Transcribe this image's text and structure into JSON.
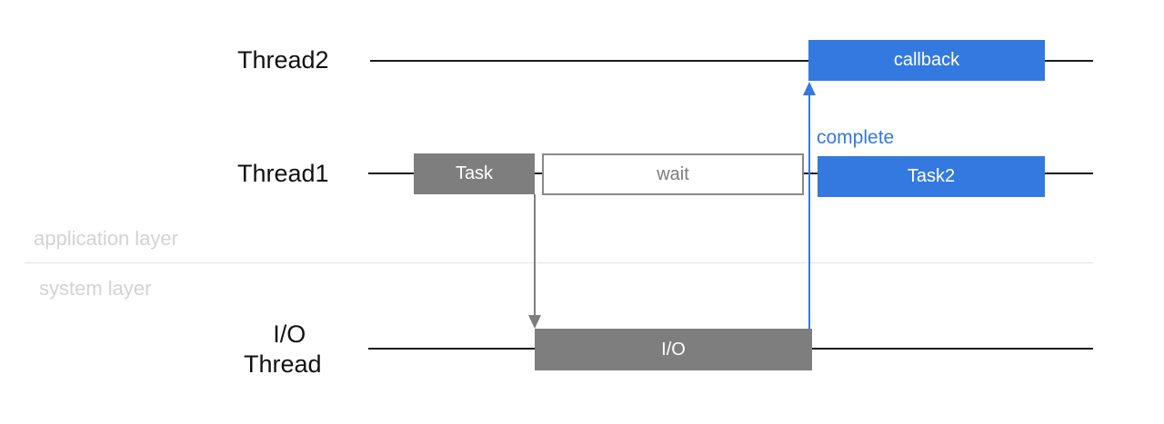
{
  "threads": {
    "thread2": "Thread2",
    "thread1": "Thread1",
    "io_line1": "I/O",
    "io_line2": "Thread"
  },
  "layers": {
    "application": "application layer",
    "system": "system layer"
  },
  "blocks": {
    "task": "Task",
    "wait": "wait",
    "task2": "Task2",
    "callback": "callback",
    "io": "I/O"
  },
  "annotations": {
    "complete": "complete"
  },
  "colors": {
    "blue": "#3479e0",
    "gray": "#7e7e7e",
    "layer_text": "#d3d3d3"
  }
}
